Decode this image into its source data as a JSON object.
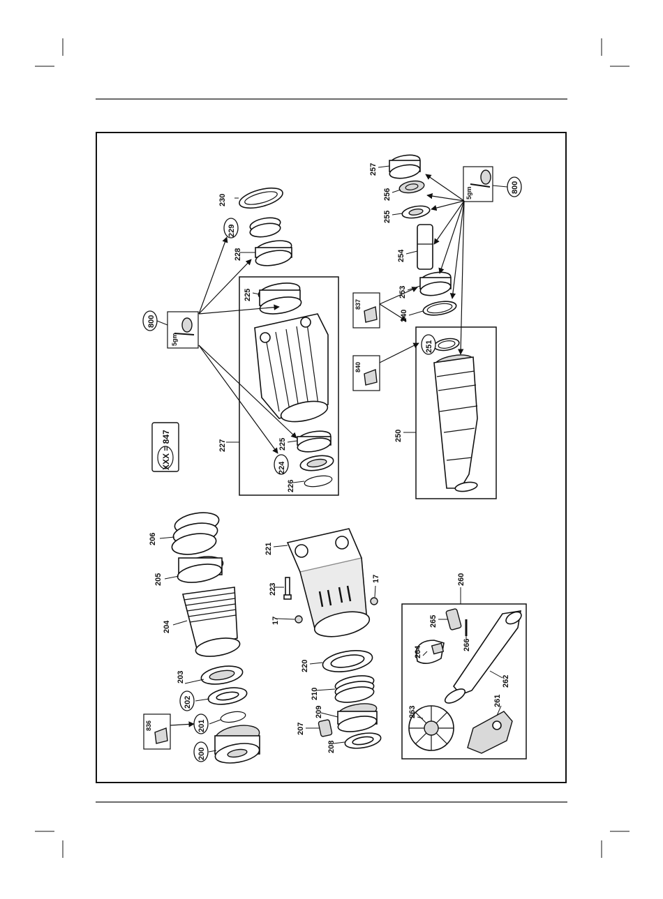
{
  "legend": {
    "text": "XXX = 847"
  },
  "kit_labels": {
    "k800a": "800",
    "k800b": "800",
    "k837": "837",
    "k840": "840",
    "k836": "836",
    "grease": "5gm"
  },
  "labels": {
    "p200": "200",
    "p201": "201",
    "p202": "202",
    "p203": "203",
    "p204": "204",
    "p205": "205",
    "p206": "206",
    "p207": "207",
    "p208": "208",
    "p209": "209",
    "p210": "210",
    "p220": "220",
    "p221": "221",
    "p223": "223",
    "p17a": "17",
    "p17b": "17",
    "p224": "224",
    "p225a": "225",
    "p225b": "225",
    "p226": "226",
    "p227": "227",
    "p228": "228",
    "p229": "229",
    "p230": "230",
    "p240": "240",
    "p250": "250",
    "p251": "251",
    "p253": "253",
    "p254": "254",
    "p255": "255",
    "p256": "256",
    "p257": "257",
    "p260": "260",
    "p261": "261",
    "p262": "262",
    "p263": "263",
    "p264": "264",
    "p265": "265",
    "p266": "266"
  }
}
